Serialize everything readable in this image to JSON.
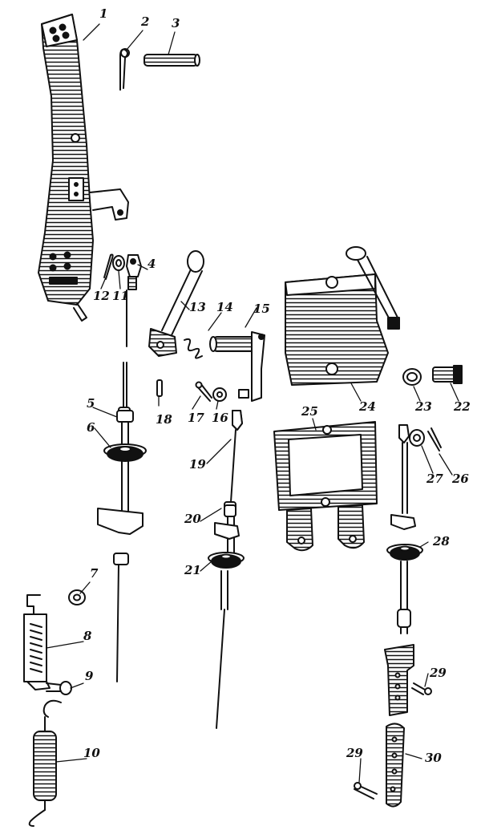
{
  "diagram": {
    "labels": {
      "p1": "1",
      "p2": "2",
      "p3": "3",
      "p4": "4",
      "p5": "5",
      "p6": "6",
      "p7": "7",
      "p8": "8",
      "p9": "9",
      "p10": "10",
      "p11": "11",
      "p12": "12",
      "p13": "13",
      "p14": "14",
      "p15": "15",
      "p16": "16",
      "p17": "17",
      "p18": "18",
      "p19": "19",
      "p20": "20",
      "p21": "21",
      "p22": "22",
      "p23": "23",
      "p24": "24",
      "p25": "25",
      "p26": "26",
      "p27": "27",
      "p28": "28",
      "p29a": "29",
      "p29b": "29",
      "p30": "30"
    }
  },
  "colors": {
    "ink": "#111111",
    "paper": "#ffffff"
  }
}
